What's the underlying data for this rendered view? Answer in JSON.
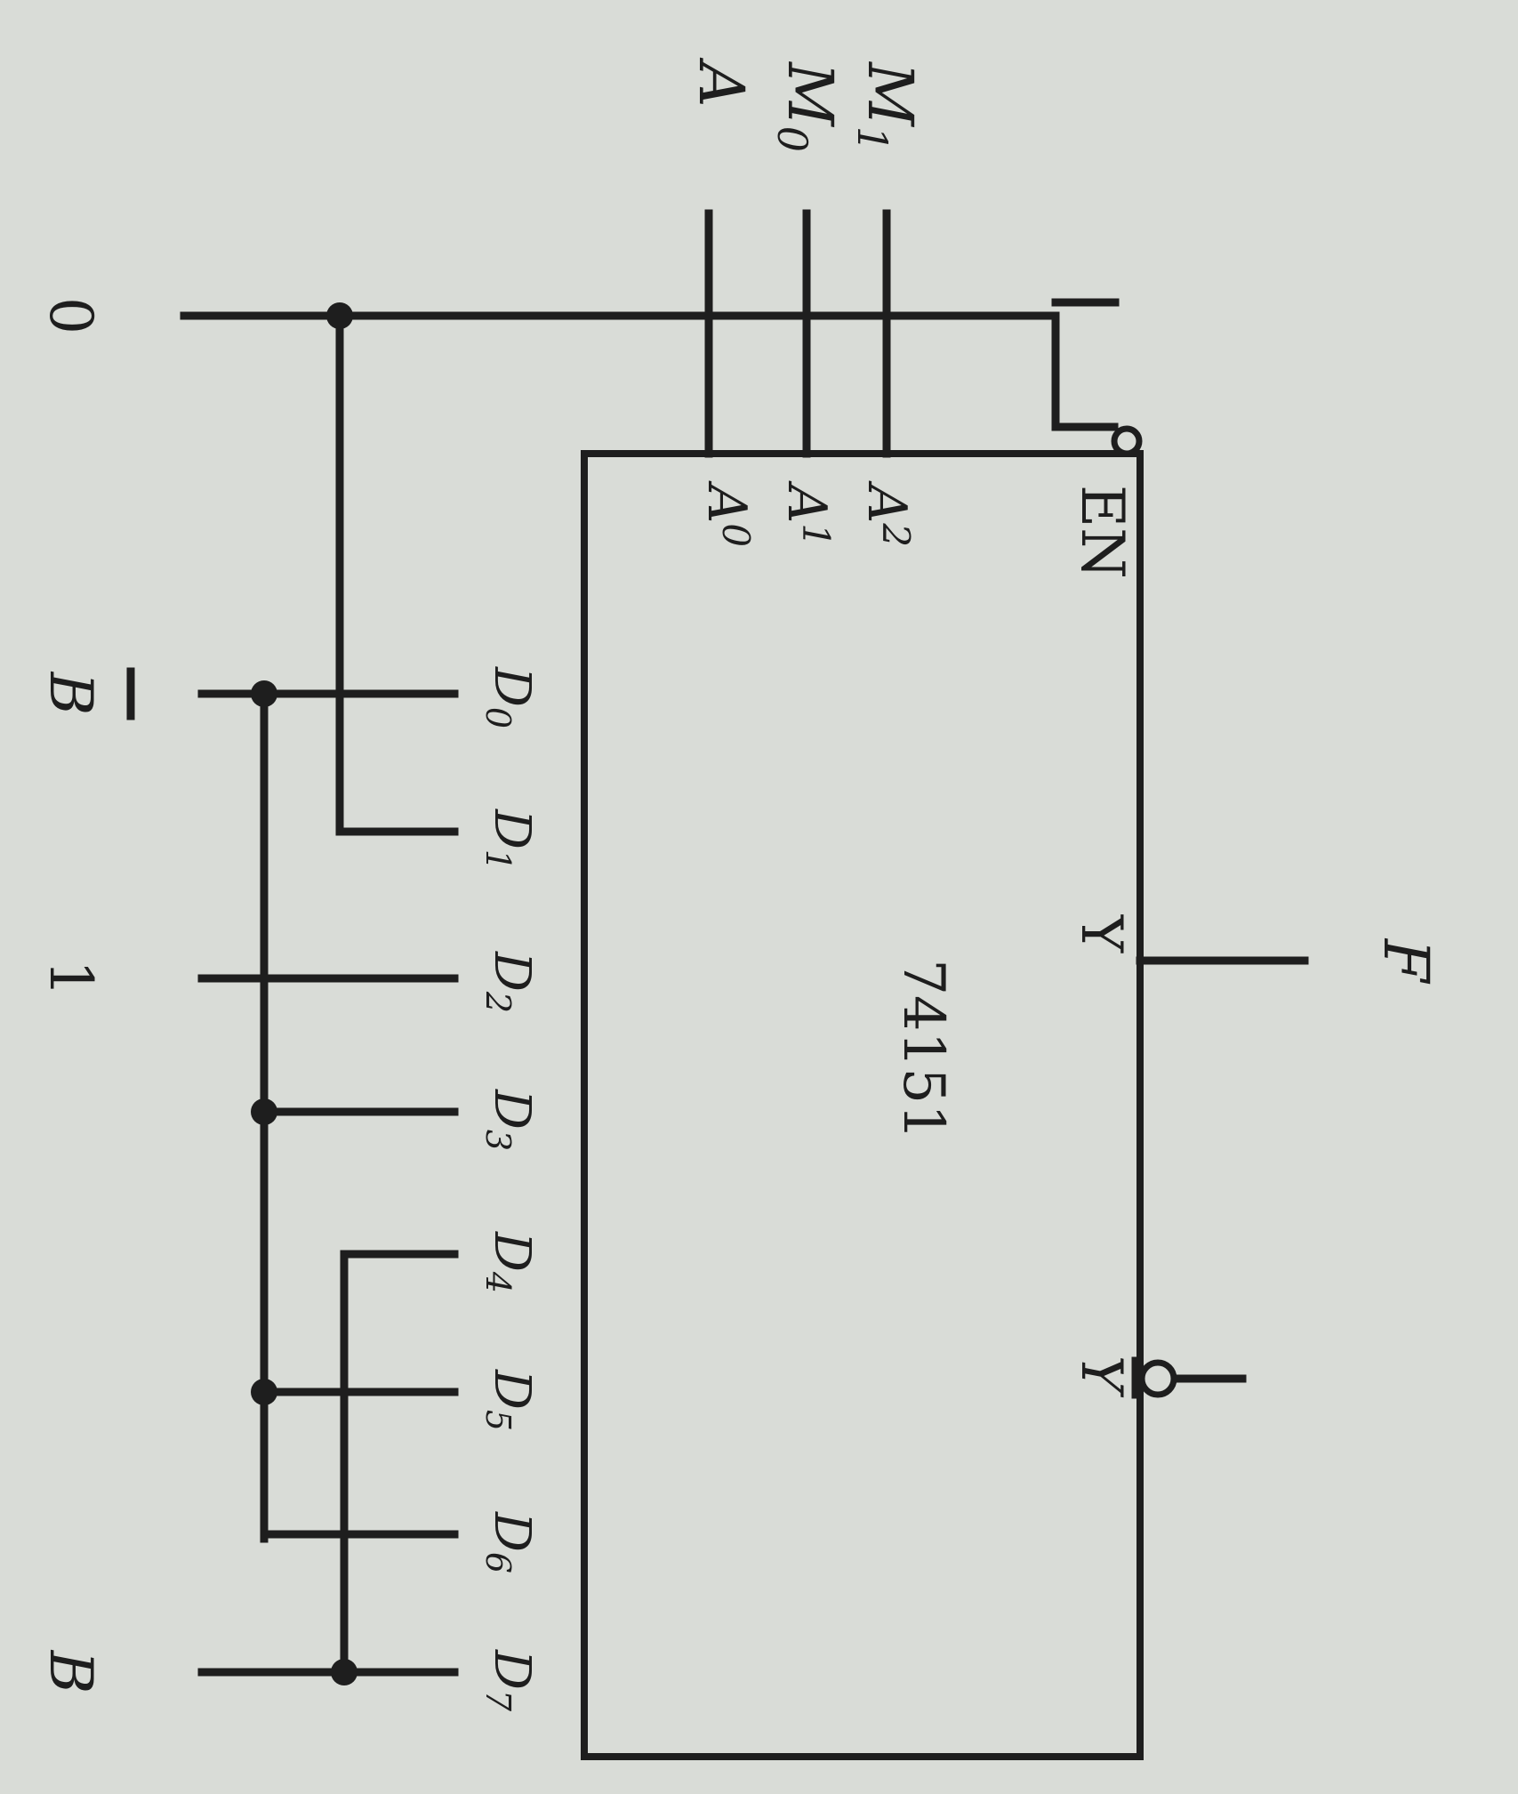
{
  "chip": {
    "part_number": "74151",
    "pins": {
      "enable": "EN",
      "output": "Y",
      "output_inverted": "Y",
      "select": [
        {
          "letter": "A",
          "sub": "2"
        },
        {
          "letter": "A",
          "sub": "1"
        },
        {
          "letter": "A",
          "sub": "0"
        }
      ],
      "data": [
        {
          "letter": "D",
          "sub": "0"
        },
        {
          "letter": "D",
          "sub": "1"
        },
        {
          "letter": "D",
          "sub": "2"
        },
        {
          "letter": "D",
          "sub": "3"
        },
        {
          "letter": "D",
          "sub": "4"
        },
        {
          "letter": "D",
          "sub": "5"
        },
        {
          "letter": "D",
          "sub": "6"
        },
        {
          "letter": "D",
          "sub": "7"
        }
      ]
    }
  },
  "inputs": {
    "m1": {
      "letter": "M",
      "sub": "1"
    },
    "m0": {
      "letter": "M",
      "sub": "0"
    },
    "a": "A"
  },
  "signals": {
    "zero": "0",
    "b_bar": "B",
    "one": "1",
    "b": "B"
  },
  "output_label": "F",
  "colors": {
    "ink": "#1e1e1e",
    "paper": "#d9dcd7"
  }
}
